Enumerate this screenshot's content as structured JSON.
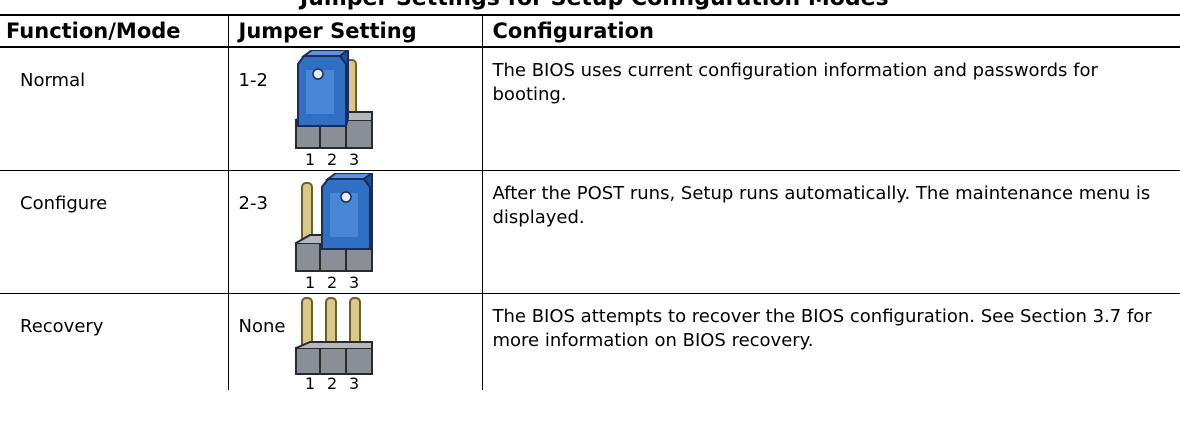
{
  "caption_fragment": "Jumper Settings for Setup Configuration Modes",
  "table": {
    "headers": {
      "function_mode": "Function/Mode",
      "jumper_setting": "Jumper Setting",
      "configuration": "Configuration"
    },
    "rows": [
      {
        "mode": "Normal",
        "jumper": "1-2",
        "pin_labels": [
          "1",
          "2",
          "3"
        ],
        "configuration": "The BIOS uses current configuration information and passwords for booting."
      },
      {
        "mode": "Configure",
        "jumper": "2-3",
        "pin_labels": [
          "1",
          "2",
          "3"
        ],
        "configuration": "After the POST runs, Setup runs automatically.  The maintenance menu is displayed."
      },
      {
        "mode": "Recovery",
        "jumper": "None",
        "pin_labels": [
          "1",
          "2",
          "3"
        ],
        "configuration": "The BIOS attempts to recover the BIOS configuration.  See Section 3.7 for more information on BIOS recovery."
      }
    ]
  },
  "colors": {
    "jumper_cap": "#2f6fc4",
    "pin_gold": "#d8c98a",
    "header_plastic": "#8a8f96"
  }
}
